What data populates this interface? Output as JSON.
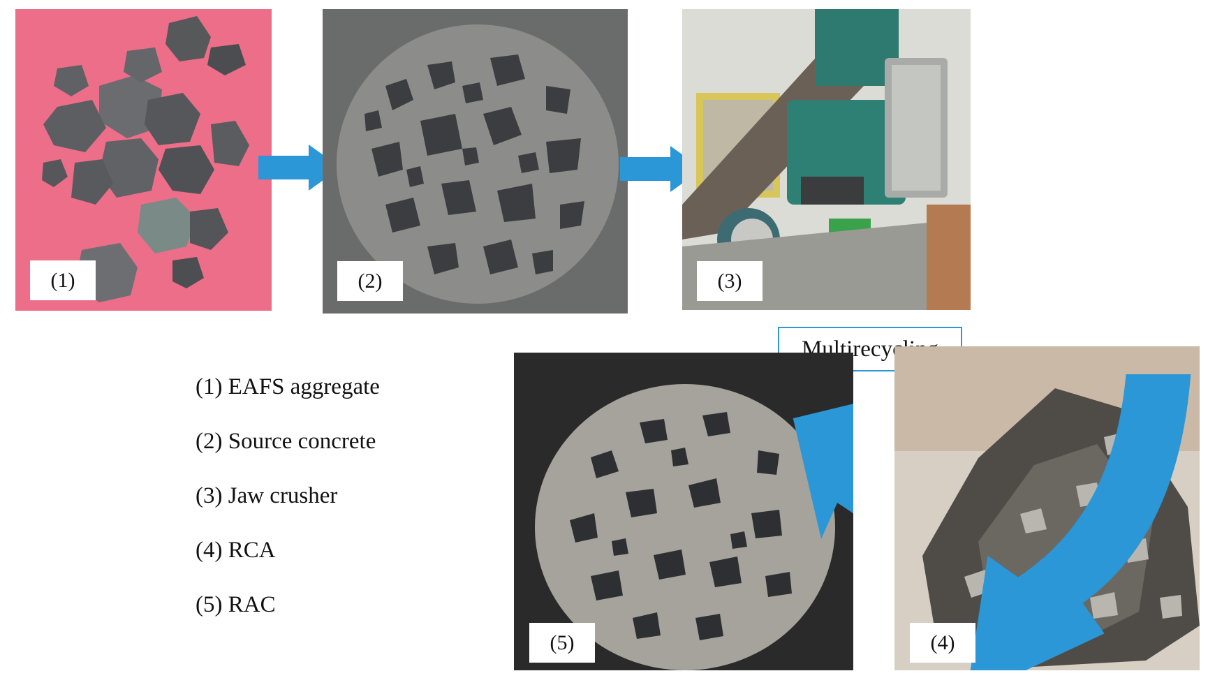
{
  "panels": {
    "p1": {
      "tag": "(1)",
      "subject": "EAFS aggregate lumps on pink background"
    },
    "p2": {
      "tag": "(2)",
      "subject": "Source concrete cross-section"
    },
    "p3": {
      "tag": "(3)",
      "subject": "Jaw crusher machine"
    },
    "p4": {
      "tag": "(4)",
      "subject": "Recycled concrete aggregate pile"
    },
    "p5": {
      "tag": "(5)",
      "subject": "Recycled aggregate concrete cross-section"
    }
  },
  "legend": [
    "(1) EAFS aggregate",
    "(2) Source concrete",
    "(3) Jaw crusher",
    "(4) RCA",
    "(5) RAC"
  ],
  "multirecycling_label": "Multirecycling",
  "colors": {
    "arrow": "#2b97d6",
    "pink_bg": "#ec6e88",
    "dark_bg": "#2a2a2a"
  }
}
